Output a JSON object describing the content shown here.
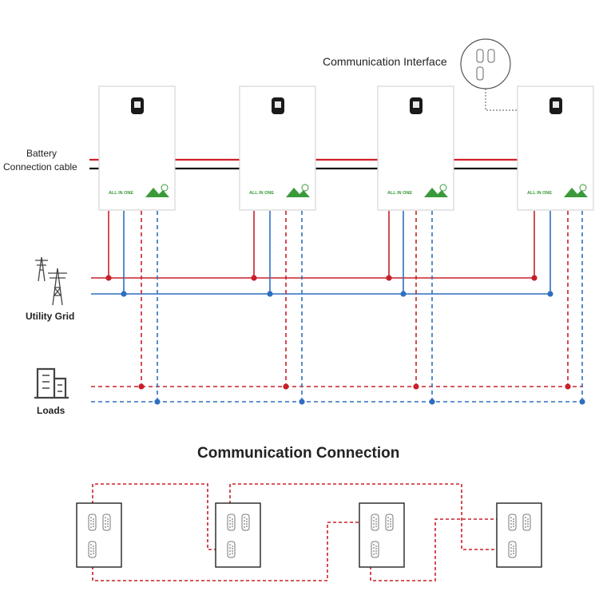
{
  "labels": {
    "communication_interface": "Communication Interface",
    "battery_line1": "Battery",
    "battery_line2": "Connection cable",
    "utility_grid": "Utility Grid",
    "loads": "Loads",
    "communication_connection": "Communication Connection"
  },
  "inverters": [
    {
      "brand": "ALL IN ONE"
    },
    {
      "brand": "ALL IN ONE"
    },
    {
      "brand": "ALL IN ONE"
    },
    {
      "brand": "ALL IN ONE"
    }
  ],
  "colors": {
    "battery_positive": "#d0212b",
    "battery_negative": "#111111",
    "grid_live": "#c8202a",
    "grid_neutral": "#2f6fc0",
    "load_live": "#c8202a",
    "load_neutral": "#2f6fc0",
    "comm_cable": "#c8202a",
    "brand_green": "#3a9a3a",
    "icon": "#444444"
  },
  "icons": {
    "grid": "transmission-tower-icon",
    "loads": "building-icon",
    "ports": "db9-port-icon"
  }
}
